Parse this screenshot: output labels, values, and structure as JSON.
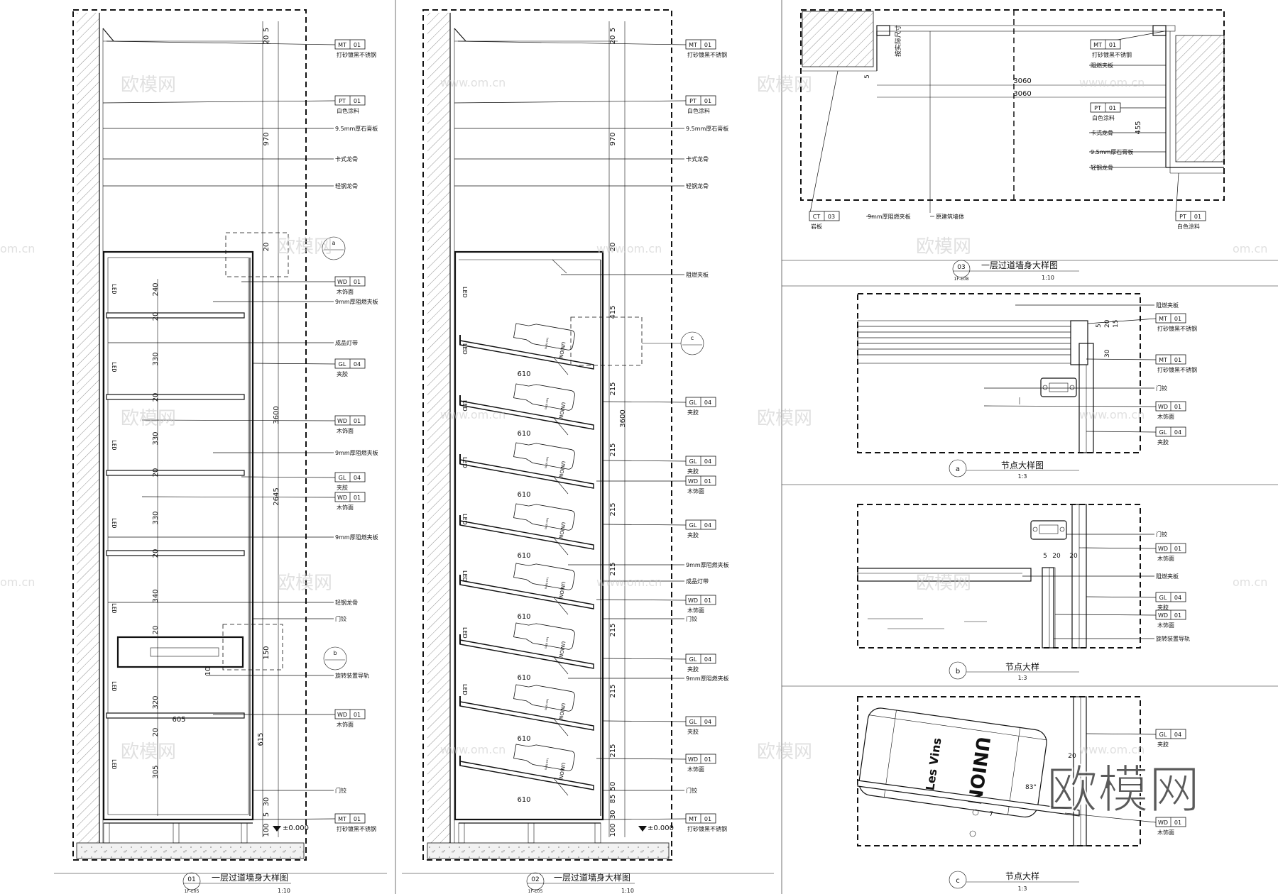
{
  "watermarks": {
    "site": "www.om.cn",
    "name_small": "欧模网",
    "name_big": "欧模网",
    "edge_left": "om.cn"
  },
  "tags": {
    "MT01": {
      "code": "MT",
      "num": "01",
      "desc": "打砂镀黑不锈钢"
    },
    "PT01": {
      "code": "PT",
      "num": "01",
      "desc": "白色涂料"
    },
    "WD01": {
      "code": "WD",
      "num": "01",
      "desc": "木饰面"
    },
    "GL04": {
      "code": "GL",
      "num": "04",
      "desc": "夹胶"
    },
    "CT03": {
      "code": "CT",
      "num": "03",
      "desc": "岩板"
    }
  },
  "notes": {
    "gypsum": "9.5mm厚石膏板",
    "clip": "卡式龙骨",
    "keel": "轻钢龙骨",
    "fireboard9": "9mm厚阻燃夹板",
    "fireboard": "阻燃夹板",
    "track": "成品灯带",
    "hinge": "门铰",
    "rotate": "旋转装置导轨",
    "wall": "原建筑墙体",
    "ref": "按实际尺寸"
  },
  "panel1": {
    "title": "一层过道墙身大样图",
    "scale": "1:10",
    "num": "01",
    "ref": "1F-E05",
    "level": "±0.000",
    "callout_a": "a",
    "callout_b": "b",
    "dims": [
      "5",
      "20",
      "970",
      "20",
      "240",
      "20",
      "330",
      "20",
      "330",
      "20",
      "330",
      "20",
      "340",
      "20",
      "150",
      "10",
      "320",
      "20",
      "305",
      "30",
      "5",
      "100",
      "2645",
      "3600",
      "615",
      "605"
    ],
    "shelf_label": "LED"
  },
  "panel2": {
    "title": "一层过道墙身大样图",
    "scale": "1:10",
    "num": "02",
    "ref": "1F-E05",
    "level": "±0.000",
    "callout_c": "c",
    "dims": [
      "5",
      "20",
      "970",
      "20",
      "415",
      "215",
      "215",
      "215",
      "215",
      "215",
      "215",
      "215",
      "85",
      "50",
      "30",
      "100",
      "3600",
      "610"
    ],
    "bottle_text": "UNION",
    "bottle_brand": "Les Vins"
  },
  "panel3": {
    "title": "一层过道墙身大样图",
    "scale": "1:10",
    "num": "03",
    "ref": "1F-E08",
    "dims": [
      "3060",
      "3060",
      "5",
      "455"
    ]
  },
  "detail_a": {
    "title": "节点大样图",
    "scale": "1:3",
    "mark": "a",
    "dims": [
      "5",
      "20",
      "30",
      "15"
    ]
  },
  "detail_b": {
    "title": "节点大样",
    "scale": "1:3",
    "mark": "b",
    "dims": [
      "5",
      "20",
      "20"
    ]
  },
  "detail_c": {
    "title": "节点大样",
    "scale": "1:3",
    "mark": "c",
    "dims": [
      "20",
      "83°",
      "7"
    ],
    "brand": "Les Vins",
    "label": "UNION"
  }
}
